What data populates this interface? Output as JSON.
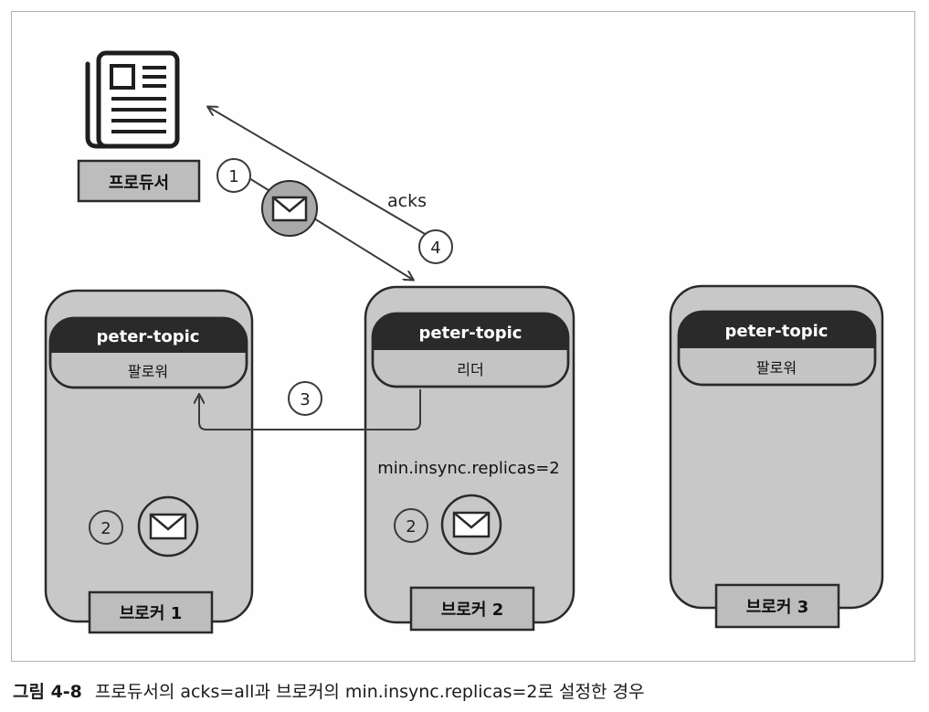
{
  "producer": {
    "label": "프로듀서"
  },
  "annotations": {
    "acks": "acks",
    "min_insync": "min.insync.replicas=2"
  },
  "steps": {
    "step1": "1",
    "step2": "2",
    "step3": "3",
    "step4": "4"
  },
  "brokers": [
    {
      "name": "브로커 1",
      "topic": "peter-topic",
      "role": "팔로워",
      "has_message": true
    },
    {
      "name": "브로커 2",
      "topic": "peter-topic",
      "role": "리더",
      "has_message": true
    },
    {
      "name": "브로커 3",
      "topic": "peter-topic",
      "role": "팔로워",
      "has_message": false
    }
  ],
  "caption": {
    "figure_number": "그림 4-8",
    "text": "프로듀서의 acks=all과 브로커의 min.insync.replicas=2로 설정한 경우"
  },
  "colors": {
    "broker_fill": "#c8c8c8",
    "topic_header": "#2a2a2a",
    "label_fill": "#bdbdbd",
    "line": "#3a3a3a"
  }
}
